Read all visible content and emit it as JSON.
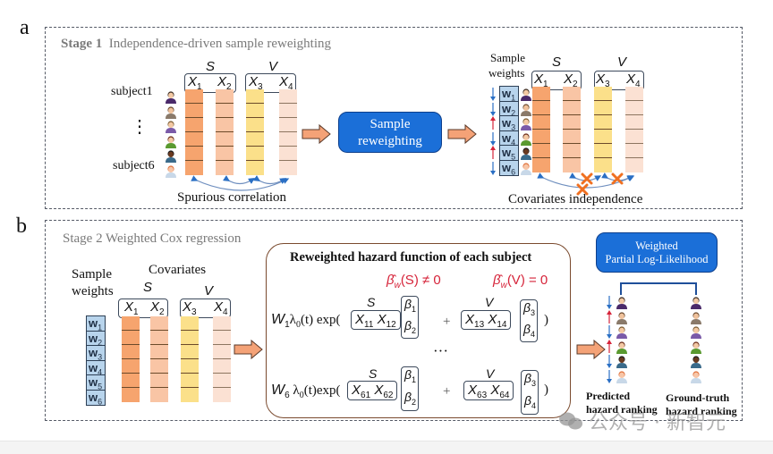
{
  "panel_a": {
    "letter": "a",
    "stage_bold": "Stage 1",
    "stage_title": "Independence-driven sample reweighting",
    "left_table": {
      "group_labels": [
        "S",
        "V"
      ],
      "columns": [
        "X",
        "X",
        "X",
        "X"
      ],
      "column_subscripts": [
        "1",
        "2",
        "3",
        "4"
      ],
      "subject_first": "subject1",
      "subject_dots": "⋮",
      "subject_last": "subject6",
      "caption": "Spurious correlation"
    },
    "process_button": {
      "line1": "Sample",
      "line2": "reweighting"
    },
    "right_table": {
      "weights_label_line1": "Sample",
      "weights_label_line2": "weights",
      "group_labels": [
        "S",
        "V"
      ],
      "columns": [
        "X",
        "X",
        "X",
        "X"
      ],
      "column_subscripts": [
        "1",
        "2",
        "3",
        "4"
      ],
      "weights": [
        {
          "label": "w",
          "sub": "1",
          "direction": "down"
        },
        {
          "label": "w",
          "sub": "2",
          "direction": "down"
        },
        {
          "label": "w",
          "sub": "3",
          "direction": "up"
        },
        {
          "label": "w",
          "sub": "4",
          "direction": "down"
        },
        {
          "label": "w",
          "sub": "5",
          "direction": "up"
        },
        {
          "label": "w",
          "sub": "6",
          "direction": "down"
        }
      ],
      "caption": "Covariates independence"
    }
  },
  "panel_b": {
    "letter": "b",
    "stage_title": "Stage 2 Weighted Cox regression",
    "weights_label_line1": "Sample",
    "weights_label_line2": "weights",
    "covariates_label": "Covariates",
    "group_labels": [
      "S",
      "V"
    ],
    "columns": [
      "X",
      "X",
      "X",
      "X"
    ],
    "column_subscripts": [
      "1",
      "2",
      "3",
      "4"
    ],
    "weights": [
      {
        "label": "w",
        "sub": "1"
      },
      {
        "label": "w",
        "sub": "2"
      },
      {
        "label": "w",
        "sub": "3"
      },
      {
        "label": "w",
        "sub": "4"
      },
      {
        "label": "w",
        "sub": "5"
      },
      {
        "label": "w",
        "sub": "6"
      }
    ],
    "hazard_box": {
      "title": "Reweighted hazard function of each subject",
      "beta_s": "β̂w(S) ≠ 0",
      "beta_s_parts": {
        "sym": "β̂",
        "sub": "w",
        "rest": "(S) ≠ 0"
      },
      "beta_v_parts": {
        "sym": "β̂",
        "sub": "w",
        "rest": "(V) = 0"
      },
      "row1": {
        "prefix_w": "W",
        "prefix_w_sub": "1",
        "prefix_rest": "λ0(t) exp(",
        "lambda": "λ",
        "lambda_sub": "0",
        "t_exp": "(t) exp(",
        "s_label": "S",
        "s_x": [
          [
            "X",
            "11"
          ],
          [
            "X",
            "12"
          ]
        ],
        "s_beta": [
          [
            "β",
            "1"
          ],
          [
            "β",
            "2"
          ]
        ],
        "plus": "+",
        "v_label": "V",
        "v_x": [
          [
            "X",
            "13"
          ],
          [
            "X",
            "14"
          ]
        ],
        "v_beta": [
          [
            "β",
            "3"
          ],
          [
            "β",
            "4"
          ]
        ],
        "close": ")"
      },
      "ellipsis": "···",
      "row2": {
        "prefix_w": "W",
        "prefix_w_sub": "6",
        "lambda": "λ",
        "lambda_sub": "0",
        "t_exp": "(t)exp(",
        "s_label": "S",
        "s_x": [
          [
            "X",
            "61"
          ],
          [
            "X",
            "62"
          ]
        ],
        "s_beta": [
          [
            "β",
            "1"
          ],
          [
            "β",
            "2"
          ]
        ],
        "plus": "+",
        "v_label": "V",
        "v_x": [
          [
            "X",
            "63"
          ],
          [
            "X",
            "64"
          ]
        ],
        "v_beta": [
          [
            "β",
            "3"
          ],
          [
            "β",
            "4"
          ]
        ],
        "close": ")"
      }
    },
    "likelihood_button": {
      "line1": "Weighted",
      "line2": "Partial Log-Likelihood"
    },
    "predicted_ranking": {
      "line1": "Predicted",
      "line2": "hazard ranking",
      "directions": [
        "down",
        "up",
        "down",
        "up",
        "down",
        "down"
      ]
    },
    "ground_truth_ranking": {
      "line1": "Ground-truth",
      "line2": "hazard ranking"
    }
  },
  "colors": {
    "x1": "#f6a46e",
    "x2": "#f9c5a5",
    "x3": "#fbe08a",
    "x4": "#fbe1d3",
    "accent_blue": "#1b6fd8",
    "weight_fill": "#b8d4ec",
    "arrow_up": "#d6243a",
    "arrow_down": "#2a6fc4",
    "cross": "#f07020",
    "beta_red": "#d6243a",
    "hazard_border": "#7a4a2e"
  },
  "watermark": {
    "icon": "wechat-icon",
    "text": "公众号 · 新智元"
  }
}
